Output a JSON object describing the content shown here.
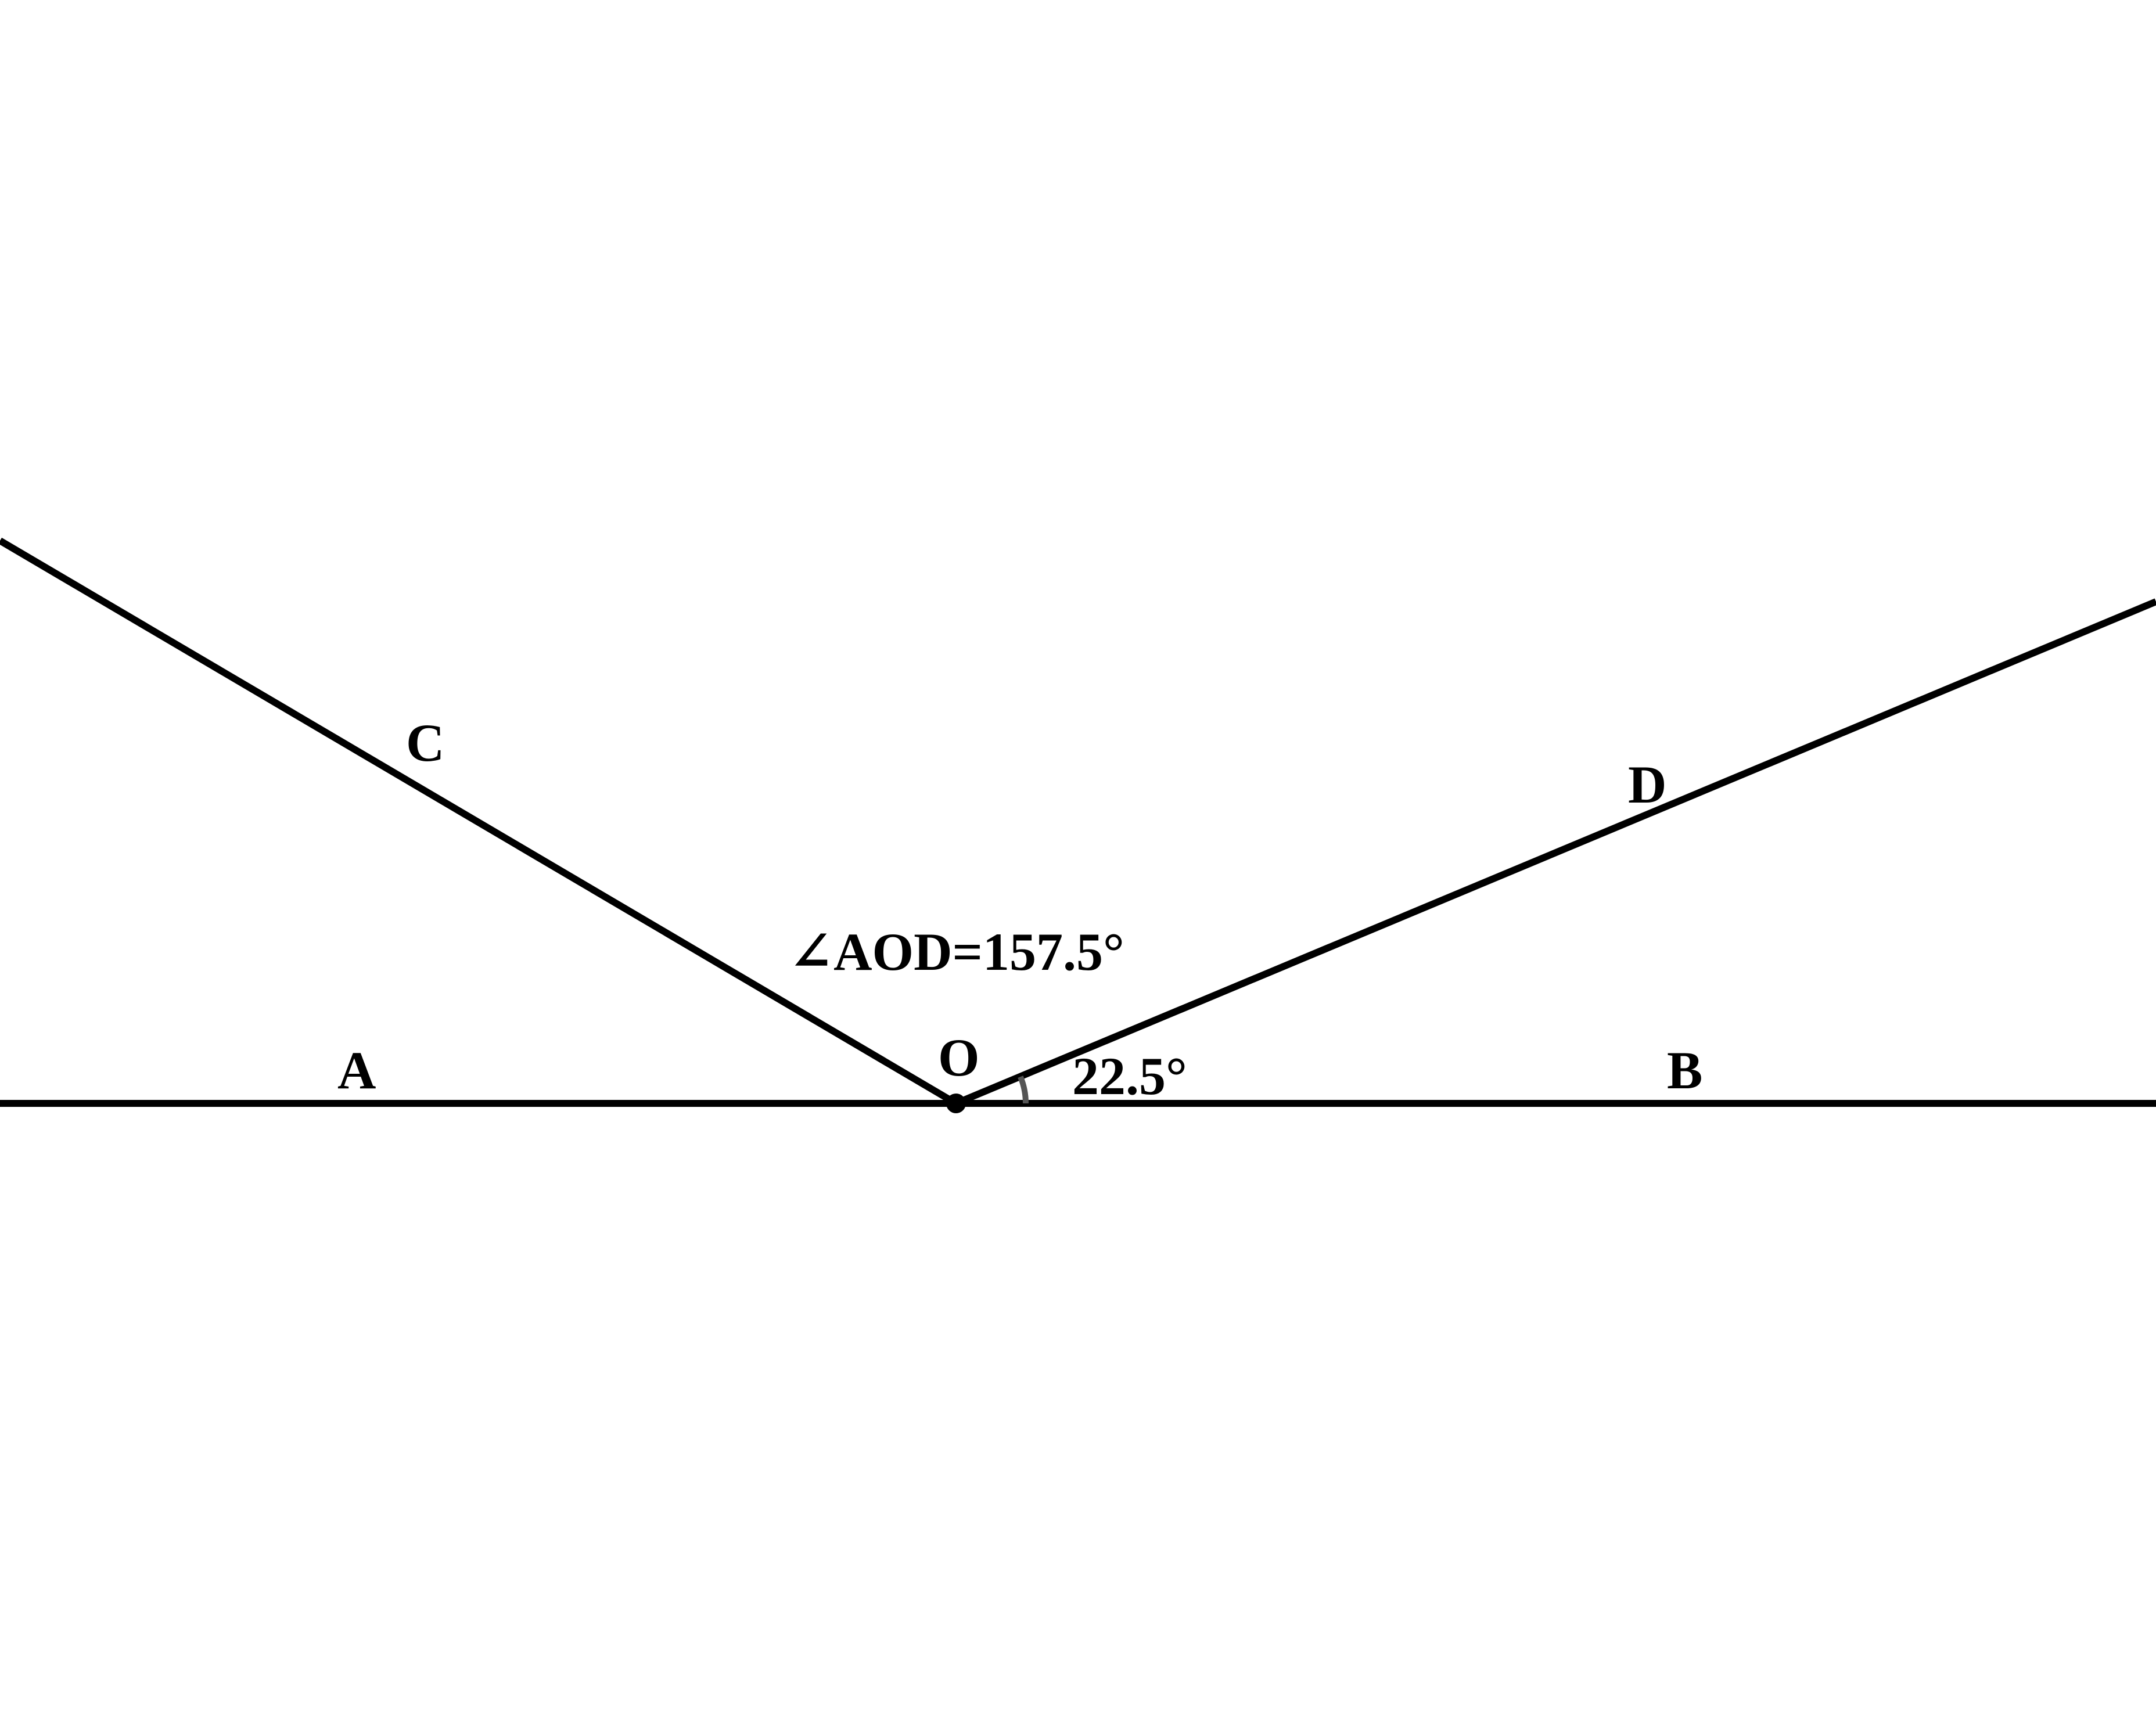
{
  "diagram": {
    "points": {
      "A": "A",
      "B": "B",
      "C": "C",
      "D": "D",
      "O": "O"
    },
    "angles": {
      "AOD_label": "∠AOD=157.5°",
      "AOD_degrees": 157.5,
      "DOB_label": "22.5°",
      "DOB_degrees": 22.5
    },
    "colors": {
      "line": "#000000",
      "arc": "#555555",
      "background": "#ffffff"
    }
  }
}
